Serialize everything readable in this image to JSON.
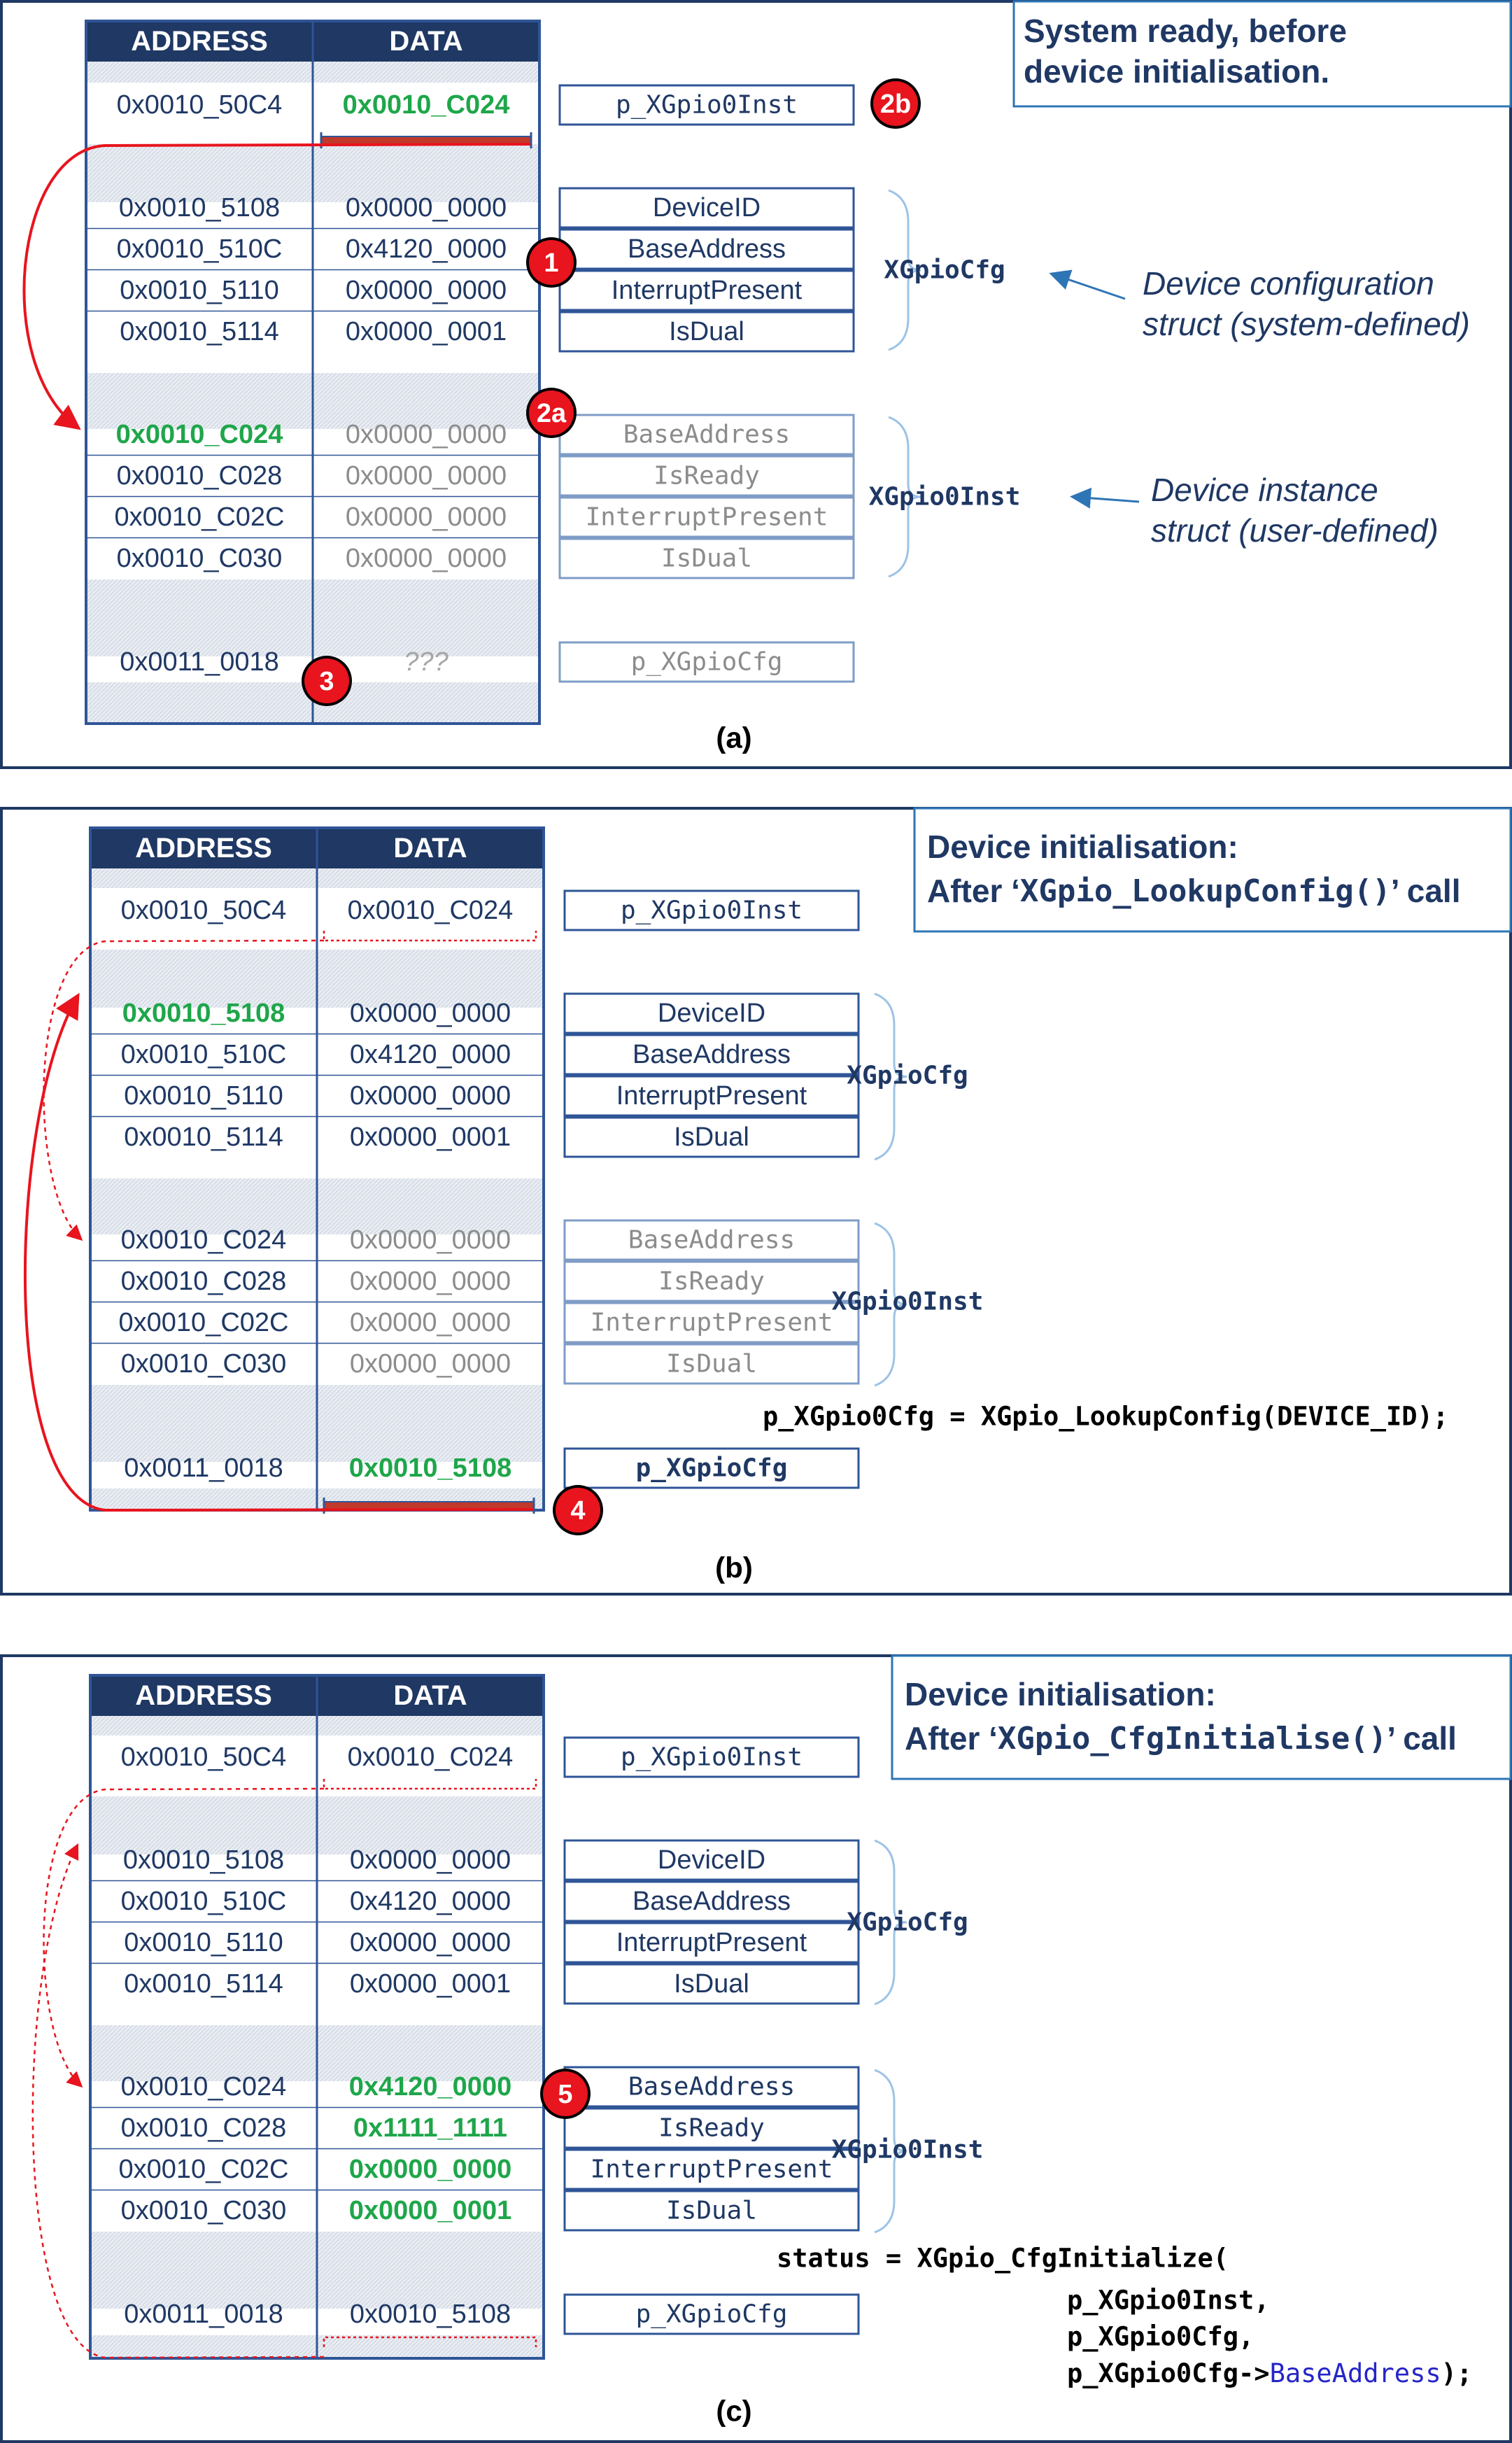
{
  "colors": {
    "navy": "#1f3864",
    "frame": "#2f5597",
    "green": "#1ea64a",
    "gray": "#8c8c8c",
    "red": "#e8141e",
    "struct_blue": "#2e75b6",
    "pale_blue": "#9dc3e6",
    "hatch": "#e3e8f0"
  },
  "icons": {
    "badge": "red-circle-step-badge",
    "bracket": "curly-brace-right"
  },
  "panels": [
    {
      "caption": "(a)",
      "title_lines": [
        "System ready, before",
        "device initialisation."
      ],
      "table": {
        "headers": [
          "ADDRESS",
          "DATA"
        ],
        "rows": [
          {
            "address": "0x0010_50C4",
            "data": "0x0010_C024",
            "address_style": "normal",
            "data_style": "green",
            "field": "p_XGpio0Inst",
            "field_style": "normal"
          },
          {
            "address": "0x0010_5108",
            "data": "0x0000_0000",
            "address_style": "normal",
            "data_style": "normal",
            "field": "DeviceID",
            "field_style": "normal"
          },
          {
            "address": "0x0010_510C",
            "data": "0x4120_0000",
            "address_style": "normal",
            "data_style": "normal",
            "field": "BaseAddress",
            "field_style": "normal"
          },
          {
            "address": "0x0010_5110",
            "data": "0x0000_0000",
            "address_style": "normal",
            "data_style": "normal",
            "field": "InterruptPresent",
            "field_style": "normal"
          },
          {
            "address": "0x0010_5114",
            "data": "0x0000_0001",
            "address_style": "normal",
            "data_style": "normal",
            "field": "IsDual",
            "field_style": "normal"
          },
          {
            "address": "0x0010_C024",
            "data": "0x0000_0000",
            "address_style": "green",
            "data_style": "gray",
            "field": "BaseAddress",
            "field_style": "gray"
          },
          {
            "address": "0x0010_C028",
            "data": "0x0000_0000",
            "address_style": "normal",
            "data_style": "gray",
            "field": "IsReady",
            "field_style": "gray"
          },
          {
            "address": "0x0010_C02C",
            "data": "0x0000_0000",
            "address_style": "normal",
            "data_style": "gray",
            "field": "InterruptPresent",
            "field_style": "gray"
          },
          {
            "address": "0x0010_C030",
            "data": "0x0000_0000",
            "address_style": "normal",
            "data_style": "gray",
            "field": "IsDual",
            "field_style": "gray"
          },
          {
            "address": "0x0011_0018",
            "data": "???",
            "address_style": "normal",
            "data_style": "unknown",
            "field": "p_XGpioCfg",
            "field_style": "gray"
          }
        ]
      },
      "struct_labels": [
        "XGpioCfg",
        "XGpio0Inst"
      ],
      "notes": [
        [
          "Device configuration",
          "struct (system-defined)"
        ],
        [
          "Device instance",
          "struct (user-defined)"
        ]
      ],
      "badges": [
        "2b",
        "1",
        "2a",
        "3"
      ],
      "code": []
    },
    {
      "caption": "(b)",
      "title_lines": [
        "Device initialisation:",
        "After ‘",
        "XGpio_LookupConfig()",
        "’ call"
      ],
      "table": {
        "headers": [
          "ADDRESS",
          "DATA"
        ],
        "rows": [
          {
            "address": "0x0010_50C4",
            "data": "0x0010_C024",
            "address_style": "normal",
            "data_style": "normal",
            "field": "p_XGpio0Inst",
            "field_style": "normal"
          },
          {
            "address": "0x0010_5108",
            "data": "0x0000_0000",
            "address_style": "green",
            "data_style": "normal",
            "field": "DeviceID",
            "field_style": "normal"
          },
          {
            "address": "0x0010_510C",
            "data": "0x4120_0000",
            "address_style": "normal",
            "data_style": "normal",
            "field": "BaseAddress",
            "field_style": "normal"
          },
          {
            "address": "0x0010_5110",
            "data": "0x0000_0000",
            "address_style": "normal",
            "data_style": "normal",
            "field": "InterruptPresent",
            "field_style": "normal"
          },
          {
            "address": "0x0010_5114",
            "data": "0x0000_0001",
            "address_style": "normal",
            "data_style": "normal",
            "field": "IsDual",
            "field_style": "normal"
          },
          {
            "address": "0x0010_C024",
            "data": "0x0000_0000",
            "address_style": "normal",
            "data_style": "gray",
            "field": "BaseAddress",
            "field_style": "gray"
          },
          {
            "address": "0x0010_C028",
            "data": "0x0000_0000",
            "address_style": "normal",
            "data_style": "gray",
            "field": "IsReady",
            "field_style": "gray"
          },
          {
            "address": "0x0010_C02C",
            "data": "0x0000_0000",
            "address_style": "normal",
            "data_style": "gray",
            "field": "InterruptPresent",
            "field_style": "gray"
          },
          {
            "address": "0x0010_C030",
            "data": "0x0000_0000",
            "address_style": "normal",
            "data_style": "gray",
            "field": "IsDual",
            "field_style": "gray"
          },
          {
            "address": "0x0011_0018",
            "data": "0x0010_5108",
            "address_style": "normal",
            "data_style": "green",
            "field": "p_XGpioCfg",
            "field_style": "bold"
          }
        ]
      },
      "struct_labels": [
        "XGpioCfg",
        "XGpio0Inst"
      ],
      "notes": [],
      "badges": [
        "4"
      ],
      "code": [
        "p_XGpio0Cfg = XGpio_LookupConfig(DEVICE_ID);"
      ]
    },
    {
      "caption": "(c)",
      "title_lines": [
        "Device initialisation:",
        "After ‘",
        "XGpio_CfgInitialise()",
        "’ call"
      ],
      "table": {
        "headers": [
          "ADDRESS",
          "DATA"
        ],
        "rows": [
          {
            "address": "0x0010_50C4",
            "data": "0x0010_C024",
            "address_style": "normal",
            "data_style": "normal",
            "field": "p_XGpio0Inst",
            "field_style": "normal"
          },
          {
            "address": "0x0010_5108",
            "data": "0x0000_0000",
            "address_style": "normal",
            "data_style": "normal",
            "field": "DeviceID",
            "field_style": "normal"
          },
          {
            "address": "0x0010_510C",
            "data": "0x4120_0000",
            "address_style": "normal",
            "data_style": "normal",
            "field": "BaseAddress",
            "field_style": "normal"
          },
          {
            "address": "0x0010_5110",
            "data": "0x0000_0000",
            "address_style": "normal",
            "data_style": "normal",
            "field": "InterruptPresent",
            "field_style": "normal"
          },
          {
            "address": "0x0010_5114",
            "data": "0x0000_0001",
            "address_style": "normal",
            "data_style": "normal",
            "field": "IsDual",
            "field_style": "normal"
          },
          {
            "address": "0x0010_C024",
            "data": "0x4120_0000",
            "address_style": "normal",
            "data_style": "green",
            "field": "BaseAddress",
            "field_style": "mono"
          },
          {
            "address": "0x0010_C028",
            "data": "0x1111_1111",
            "address_style": "normal",
            "data_style": "green",
            "field": "IsReady",
            "field_style": "mono"
          },
          {
            "address": "0x0010_C02C",
            "data": "0x0000_0000",
            "address_style": "normal",
            "data_style": "green",
            "field": "InterruptPresent",
            "field_style": "mono"
          },
          {
            "address": "0x0010_C030",
            "data": "0x0000_0001",
            "address_style": "normal",
            "data_style": "green",
            "field": "IsDual",
            "field_style": "mono"
          },
          {
            "address": "0x0011_0018",
            "data": "0x0010_5108",
            "address_style": "normal",
            "data_style": "normal",
            "field": "p_XGpioCfg",
            "field_style": "normal"
          }
        ]
      },
      "struct_labels": [
        "XGpioCfg",
        "XGpio0Inst"
      ],
      "notes": [],
      "badges": [
        "5"
      ],
      "code": [
        "status = XGpio_CfgInitialize(",
        "p_XGpio0Inst,",
        "p_XGpio0Cfg,",
        "p_XGpio0Cfg->",
        "BaseAddress",
        ");"
      ]
    }
  ]
}
